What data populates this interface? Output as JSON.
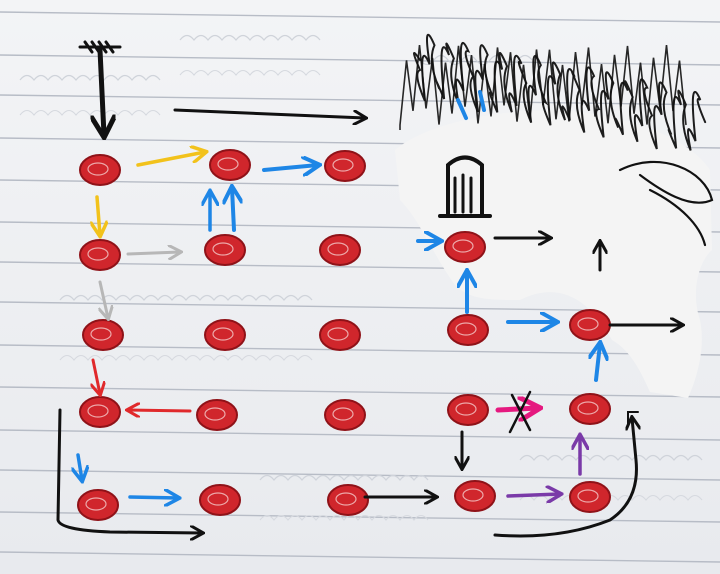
{
  "colors": {
    "paper": "#eff0f3",
    "rule_line": "#b7bcc6",
    "dot_fill": "#d0262c",
    "dot_edge": "#8f1218",
    "ink_black": "#111111",
    "ink_yellow": "#f2c21b",
    "ink_blue": "#1e86e6",
    "ink_red": "#e0292b",
    "ink_gray": "#b7b7b7",
    "ink_pink": "#e5197f",
    "ink_purple": "#7a3aa8",
    "whiteout": "#f4f4f4"
  },
  "grid": {
    "rows": 5,
    "cols": 5
  },
  "elements": {
    "dots": "red-dot",
    "start_marker": "start-marker-icon",
    "cross": "cross-mark-icon"
  }
}
